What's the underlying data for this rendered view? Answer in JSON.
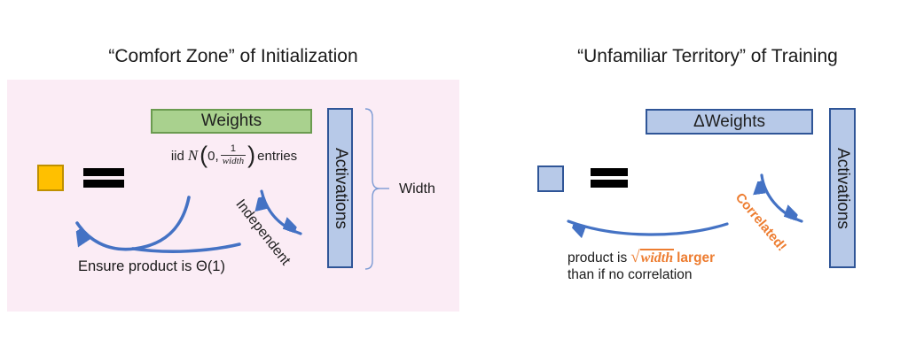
{
  "colors": {
    "pink_bg": "#FBECF5",
    "green_fill": "#A9D18E",
    "green_border": "#6B9B50",
    "blue_fill": "#B7C9E8",
    "blue_border": "#2F5597",
    "arrow_blue": "#4472C4",
    "orange_accent": "#ED7D31",
    "yellow_fill": "#FFC000",
    "yellow_border": "#BF9000",
    "text": "#1F1F1F"
  },
  "left": {
    "title": "“Comfort Zone” of Initialization",
    "weights_label": "Weights",
    "formula": {
      "prefix": "iid",
      "dist": "N",
      "open": "(",
      "zero": "0,",
      "num": "1",
      "den": "width",
      "close": ")",
      "suffix": "entries"
    },
    "activations_label": "Activations",
    "width_label": "Width",
    "independent_label": "Independent",
    "ensure_label": "Ensure product is Θ(1)"
  },
  "right": {
    "title": "“Unfamiliar Territory” of Training",
    "delta_weights_label": "ΔWeights",
    "activations_label": "Activations",
    "correlated_label": "Correlated!",
    "product_prefix": "product is",
    "sqrt_radical": "√",
    "sqrt_word": "width",
    "product_suffix": "larger",
    "product_line2": "than if no correlation"
  }
}
